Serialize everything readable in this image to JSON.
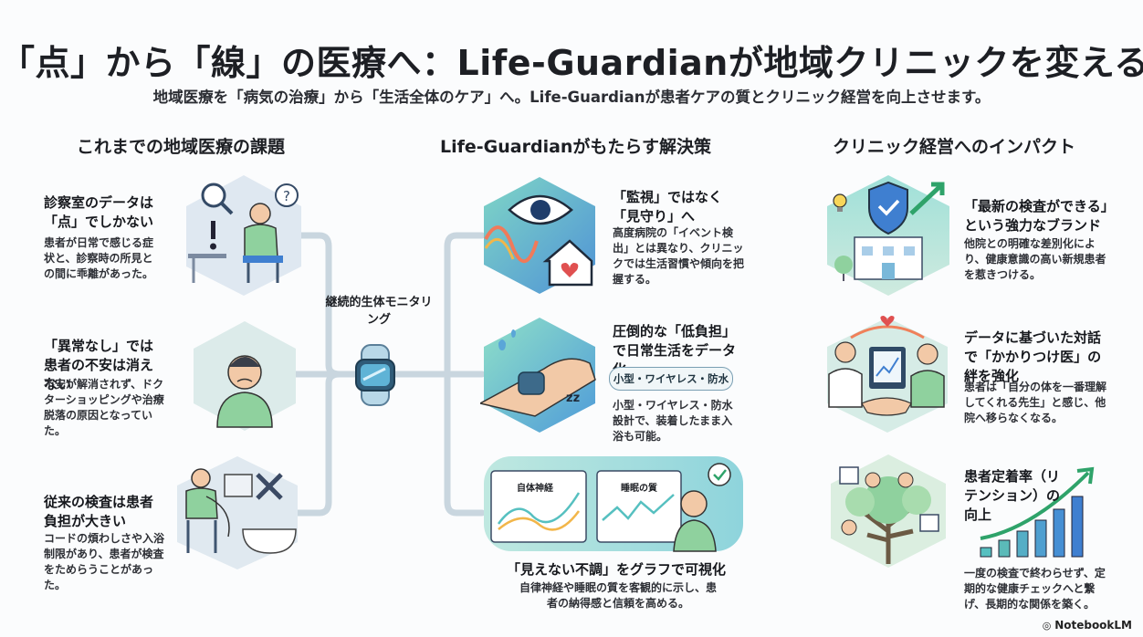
{
  "header": {
    "title": "「点」から「線」の医療へ：Life-Guardianが地域クリニックを変える",
    "subtitle": "地域医療を「病気の治療」から「生活全体のケア」へ。Life-Guardianが患者ケアの質とクリニック経営を向上させます。"
  },
  "columns": {
    "left": "これまでの地域医療の課題",
    "middle": "Life-Guardianがもたらす解決策",
    "right": "クリニック経営へのインパクト"
  },
  "hub": {
    "label": "継続的生体モニタリング"
  },
  "problems": [
    {
      "title": "診察室のデータは「点」でしかない",
      "body": "患者が日常で感じる症状と、診察時の所見との間に乖離があった。"
    },
    {
      "title": "「異常なし」では患者の不安は消えない",
      "body": "不安が解消されず、ドクターショッピングや治療脱落の原因となっていた。"
    },
    {
      "title": "従来の検査は患者負担が大きい",
      "body": "コードの煩わしさや入浴制限があり、患者が検査をためらうことがあった。"
    }
  ],
  "solutions": [
    {
      "title": "「監視」ではなく「見守り」へ",
      "body": "高度病院の「イベント検出」とは異なり、クリニックでは生活習慣や傾向を把握する。"
    },
    {
      "title": "圧倒的な「低負担」で日常生活をデータ化",
      "pill": "小型・ワイヤレス・防水",
      "body": "小型・ワイヤレス・防水設計で、装着したまま入浴も可能。"
    },
    {
      "title": "「見えない不調」をグラフで可視化",
      "body": "自律神経や睡眠の質を客観的に示し、患者の納得感と信頼を高める。",
      "chart1": "自体神経",
      "chart2": "睡眠の質"
    }
  ],
  "impacts": [
    {
      "title": "「最新の検査ができる」という強力なブランド",
      "body": "他院との明確な差別化により、健康意識の高い新規患者を惹きつける。"
    },
    {
      "title": "データに基づいた対話で「かかりつけ医」の絆を強化",
      "body": "患者は「自分の体を一番理解してくれる先生」と感じ、他院へ移らなくなる。"
    },
    {
      "title": "患者定着率（リテンション）の向上",
      "body": "一度の検査で終わらせず、定期的な健康チェックへと繋げ、長期的な関係を築く。"
    }
  ],
  "brand": "NotebookLM",
  "colors": {
    "teal": "#56c0c0",
    "blue": "#3f7fd0",
    "green": "#8fd19e",
    "connector": "#c7d4de"
  }
}
